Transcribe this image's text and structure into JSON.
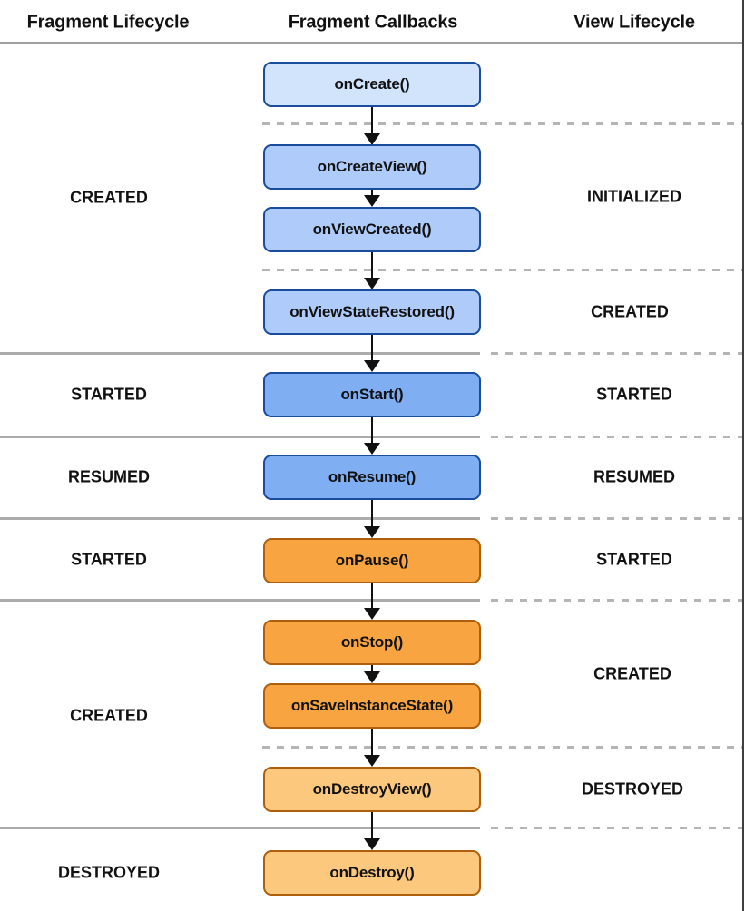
{
  "headers": [
    {
      "label": "Fragment Lifecycle"
    },
    {
      "label": "Fragment Callbacks"
    },
    {
      "label": "View Lifecycle"
    }
  ],
  "callbacks": [
    {
      "label": "onCreate()"
    },
    {
      "label": "onCreateView()"
    },
    {
      "label": "onViewCreated()"
    },
    {
      "label": "onViewStateRestored()"
    },
    {
      "label": "onStart()"
    },
    {
      "label": "onResume()"
    },
    {
      "label": "onPause()"
    },
    {
      "label": "onStop()"
    },
    {
      "label": "onSaveInstanceState()"
    },
    {
      "label": "onDestroyView()"
    },
    {
      "label": "onDestroy()"
    }
  ],
  "fragment_states": [
    {
      "label": "CREATED"
    },
    {
      "label": "STARTED"
    },
    {
      "label": "RESUMED"
    },
    {
      "label": "STARTED"
    },
    {
      "label": "CREATED"
    },
    {
      "label": "DESTROYED"
    }
  ],
  "view_states": [
    {
      "label": "INITIALIZED"
    },
    {
      "label": "CREATED"
    },
    {
      "label": "STARTED"
    },
    {
      "label": "RESUMED"
    },
    {
      "label": "STARTED"
    },
    {
      "label": "CREATED"
    },
    {
      "label": "DESTROYED"
    }
  ],
  "colors": {
    "box_blue_lightest": "#D2E3FC",
    "box_blue_light": "#AECBFA",
    "box_blue_medium": "#7FAEF3",
    "box_blue_border": "#1A4C9E",
    "box_orange_medium": "#F7A441",
    "box_orange_light": "#FBC87E",
    "box_orange_border": "#AF5F0B",
    "line_solid": "#ABABAB",
    "line_dashed": "#B5B5B5",
    "header_rule": "#9F9F9F",
    "arrow": "#111111",
    "text": "#111111",
    "page_bg": "#FFFFFF",
    "right_edge": "#3F3F3F"
  }
}
